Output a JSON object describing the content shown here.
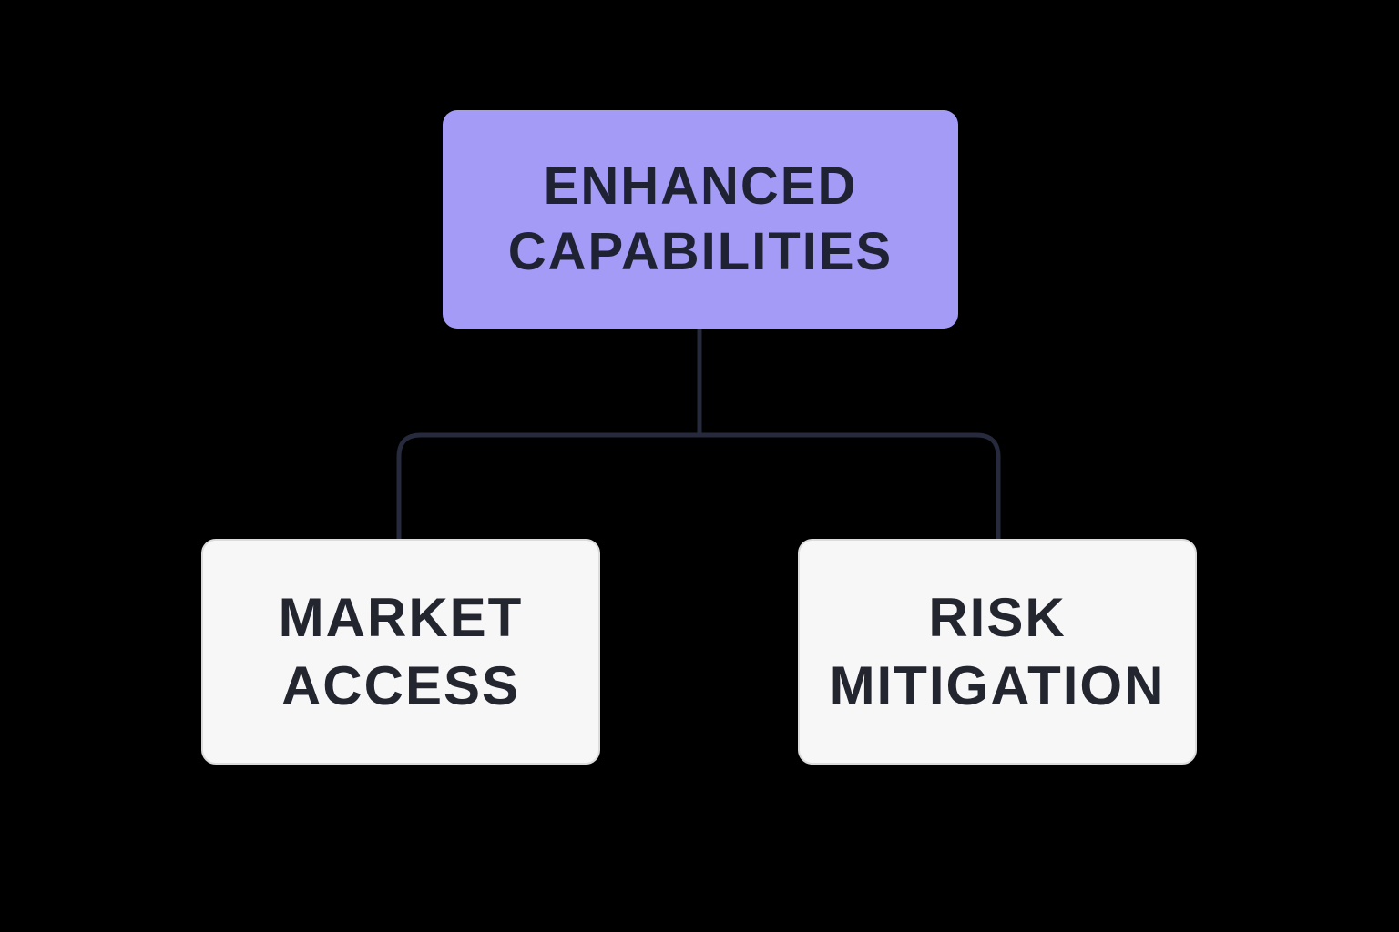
{
  "diagram": {
    "root": {
      "label": "ENHANCED\nCAPABILITIES",
      "color": "#a39bf5"
    },
    "children": [
      {
        "label": "MARKET\nACCESS",
        "color": "#f7f7f7"
      },
      {
        "label": "RISK\nMITIGATION",
        "color": "#f7f7f7"
      }
    ],
    "connector_color": "#262a3c",
    "background_color": "#000000"
  }
}
